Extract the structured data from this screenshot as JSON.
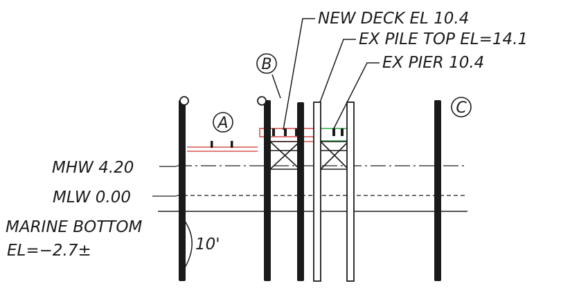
{
  "callouts": {
    "new_deck": "NEW DECK EL 10.4",
    "ex_pile_top": "EX PILE TOP EL=14.1",
    "ex_pier": "EX PIER 10.4"
  },
  "markers": {
    "a": "A",
    "b": "B",
    "c": "C"
  },
  "levels": {
    "mhw": "MHW 4.20",
    "mlw": "MLW 0.00",
    "marine_bottom": "MARINE BOTTOM",
    "marine_bottom_el": "EL=−2.7±"
  },
  "dimension": {
    "embed_depth": "10'"
  },
  "colors": {
    "ink": "#1a1a1a",
    "new_work": "#d9534f",
    "existing_pier": "#2eaa4a"
  }
}
